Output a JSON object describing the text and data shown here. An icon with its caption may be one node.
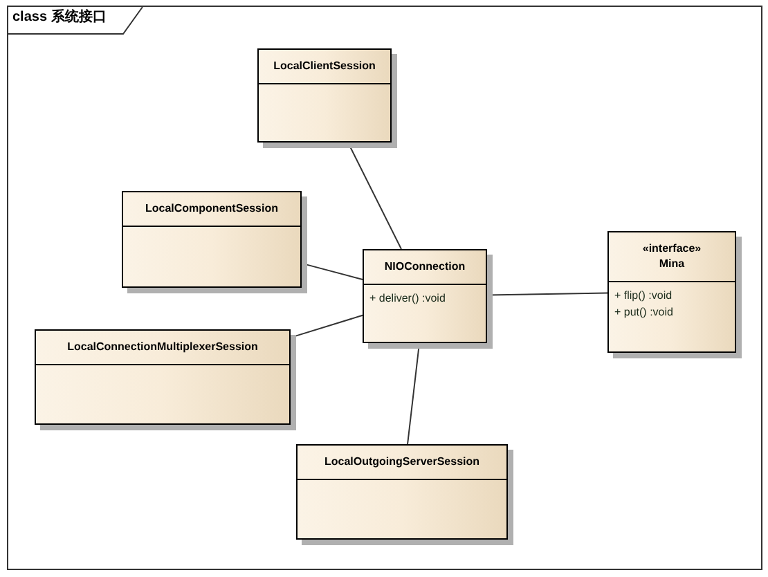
{
  "diagram": {
    "title": "class 系统接口",
    "nodes": [
      {
        "text": [
          "LocalClientSession"
        ]
      },
      {
        "text": [
          "LocalComponentSession"
        ]
      },
      {
        "text": [
          "«interface»",
          "Mina",
          "+ flip() :void",
          "+ put() :void"
        ]
      },
      {
        "text": [
          "NIOConnection",
          "+ deliver() :void"
        ]
      },
      {
        "text": [
          "LocalConnectionMultiplexerSession"
        ]
      },
      {
        "text": [
          "LocalOutgoingServerSession"
        ]
      }
    ],
    "edges": [
      {
        "from": 0,
        "to": 3,
        "arrow": "none"
      },
      {
        "from": 1,
        "to": 3,
        "arrow": "none"
      },
      {
        "from": 3,
        "to": 2,
        "arrow": "none"
      },
      {
        "from": 4,
        "to": 3,
        "arrow": "none"
      },
      {
        "from": 5,
        "to": 3,
        "arrow": "none"
      }
    ]
  }
}
